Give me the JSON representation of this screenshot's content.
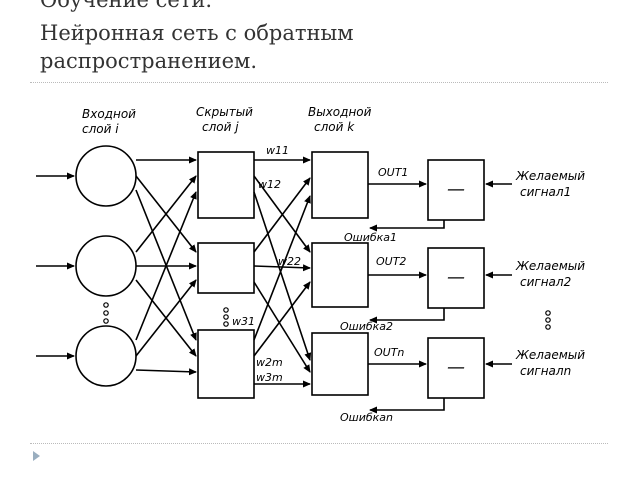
{
  "title": {
    "line1": "Обучение сети.",
    "line2": "Нейронная сеть с обратным",
    "line3": "распространением."
  },
  "diagram": {
    "input_layer_label": [
      "Входной",
      "слой i"
    ],
    "hidden_layer_label": [
      "Скрытый",
      "слой j"
    ],
    "output_layer_label": [
      "Выходной",
      "слой k"
    ],
    "weights": [
      "w11",
      "w12",
      "w22",
      "w31",
      "w2m",
      "w3m"
    ],
    "outputs": [
      "OUT1",
      "OUT2",
      "OUTn"
    ],
    "errors": [
      "Ошибка1",
      "Ошибка2",
      "Ошибкаn"
    ],
    "comparator_symbol": "—",
    "desired_signal": [
      [
        "Желаемый",
        "сигнал1"
      ],
      [
        "Желаемый",
        "сигнал2"
      ],
      [
        "Желаемый",
        "сигналn"
      ]
    ]
  }
}
